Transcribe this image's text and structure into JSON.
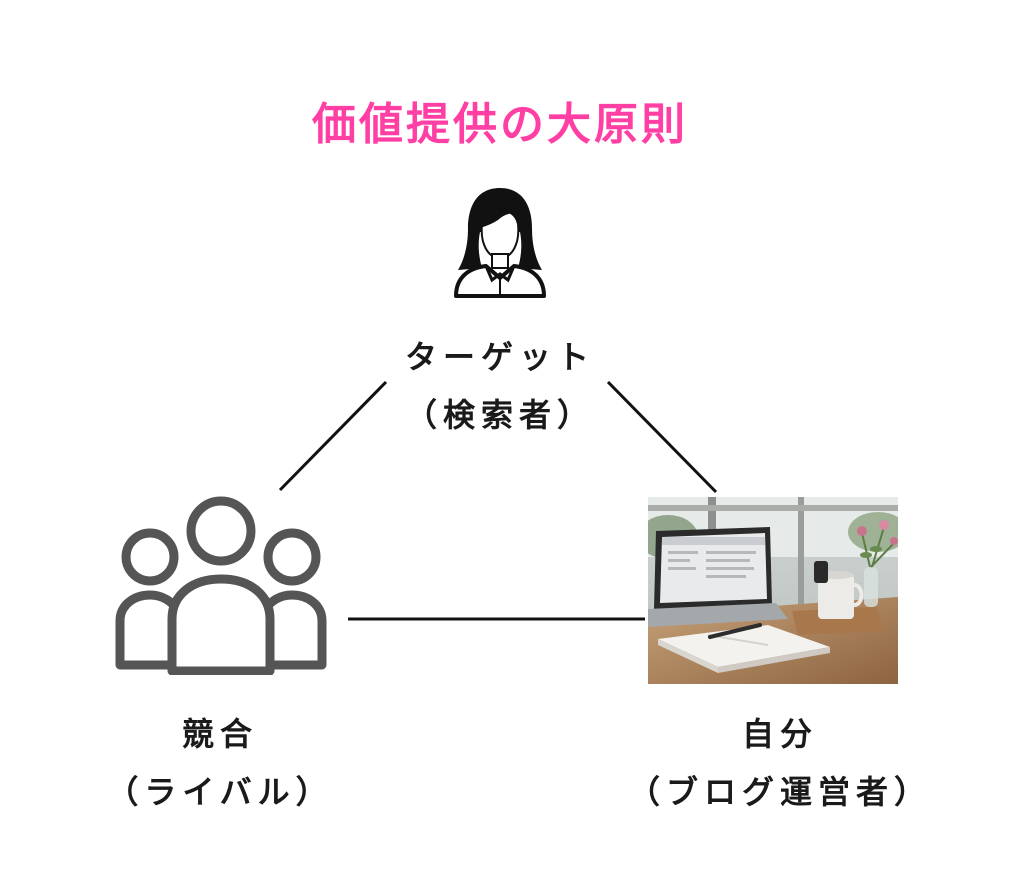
{
  "title": "価値提供の大原則",
  "nodes": {
    "target": {
      "label": "ターゲット",
      "sub": "（検索者）",
      "icon": "woman-user-icon"
    },
    "rival": {
      "label": "競合",
      "sub": "（ライバル）",
      "icon": "group-icon"
    },
    "self": {
      "label": "自分",
      "sub": "（ブログ運営者）",
      "icon": "laptop-desk-photo"
    }
  },
  "colors": {
    "title": "#ff3fa4",
    "line": "#111111",
    "icon_stroke": "#555555"
  }
}
